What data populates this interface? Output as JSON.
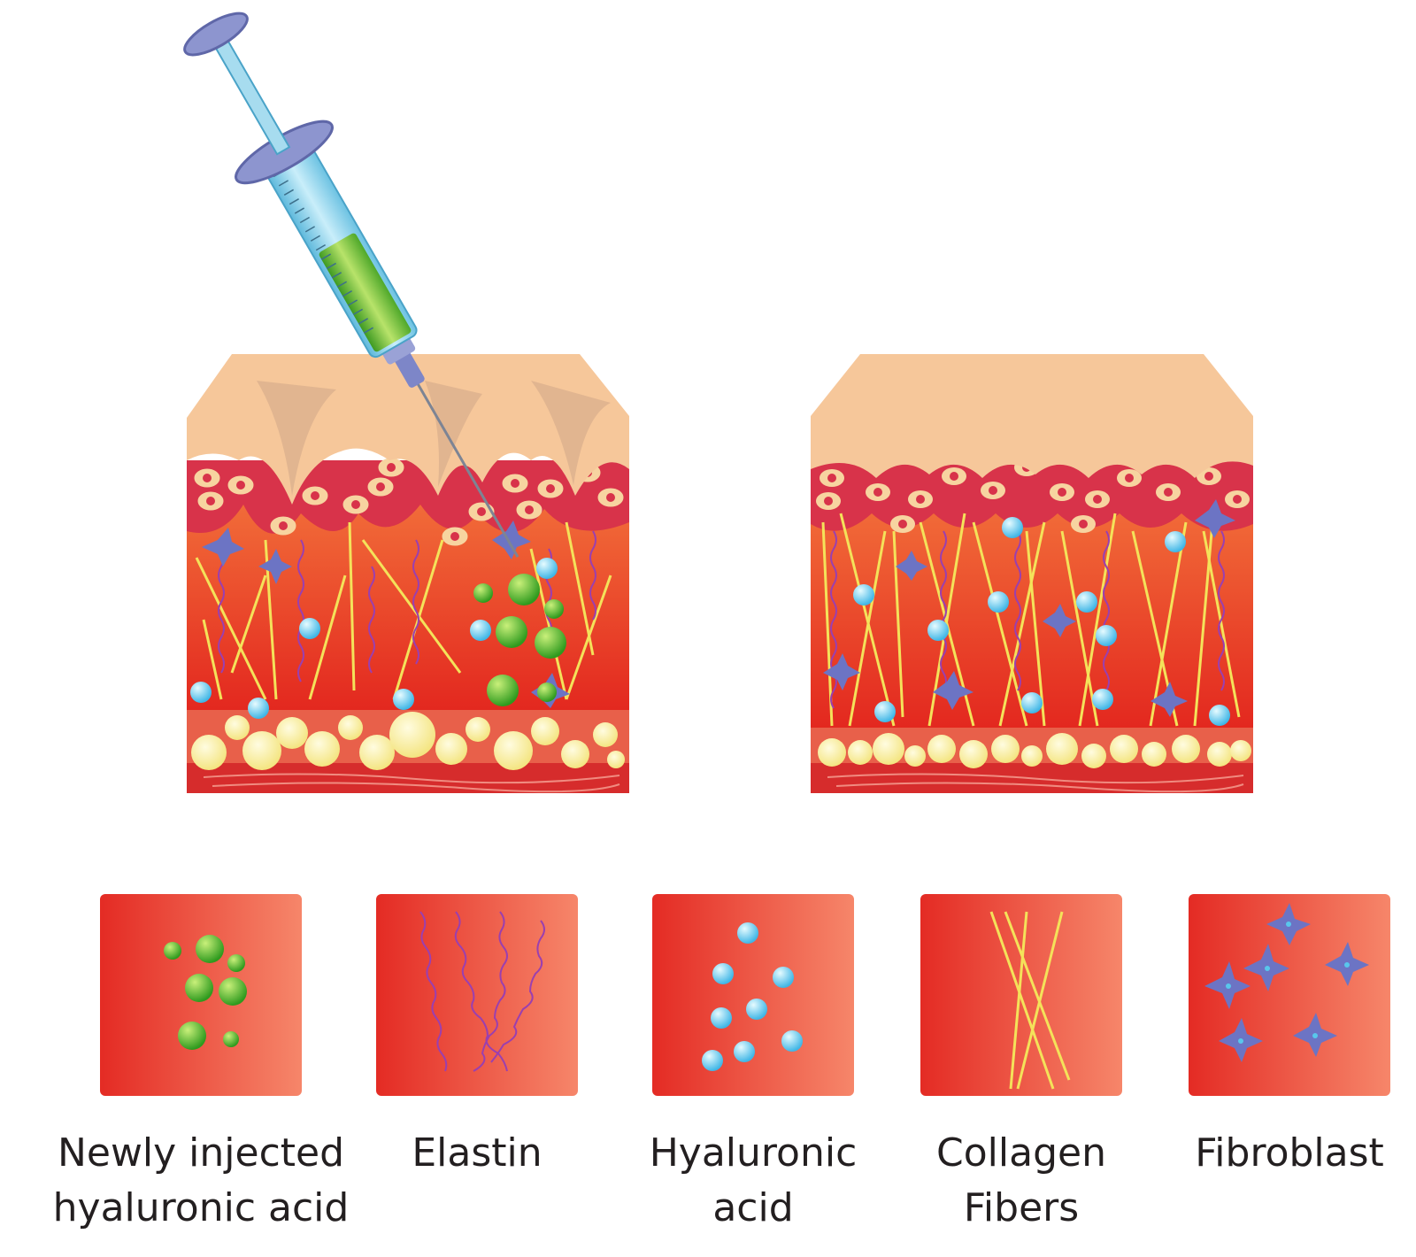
{
  "colors": {
    "epidermis": "#f6c79a",
    "papillary": "#d8334a",
    "dermis_top": "#f2643a",
    "dermis_bottom": "#e42b24",
    "fat": "#fbf2a8",
    "subcutis": "#d62c2c",
    "collagen": "#f4e25a",
    "elastin": "#9a3fb0",
    "hyaluronic": "#58c7ec",
    "injected_ha": "#4fb62a",
    "fibroblast": "#6c74c4",
    "syringe_barrel": "#8fd3ec",
    "syringe_fluid": "#7cc242"
  },
  "illustrations": {
    "left": "skin-with-wrinkles-being-injected",
    "right": "smooth-skin-after-treatment"
  },
  "legend": [
    {
      "icon": "injected-hyaluronic-acid-icon",
      "label": "Newly  injected\nhyaluronic acid"
    },
    {
      "icon": "elastin-icon",
      "label": "Elastin"
    },
    {
      "icon": "hyaluronic-acid-icon",
      "label": "Hyaluronic\nacid"
    },
    {
      "icon": "collagen-fibers-icon",
      "label": "Collagen\nFibers"
    },
    {
      "icon": "fibroblast-icon",
      "label": "Fibroblast"
    }
  ]
}
